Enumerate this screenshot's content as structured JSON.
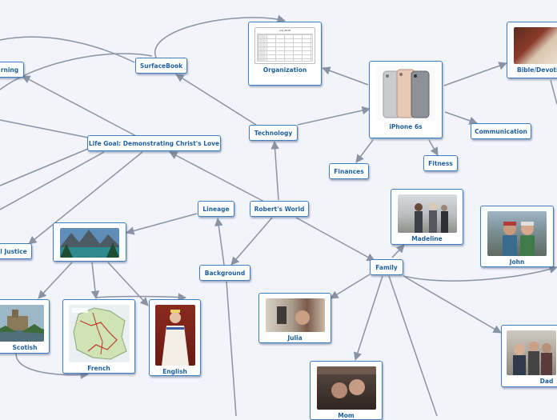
{
  "nodes": {
    "learning": "rning",
    "surfacebook": "SurfaceBook",
    "organization": "Organization",
    "organization_calendar_title": "July 2018",
    "iphone": "iPhone 6s",
    "bible": "Bible/Devoti",
    "life_goal": "Life Goal: Demonstrating Christ's Love",
    "technology": "Technology",
    "communication": "Communication",
    "finances": "Finances",
    "fitness": "Fitness",
    "lineage": "Lineage",
    "roberts_world": "Robert's World",
    "madeline": "Madeline",
    "john": "John",
    "social_justice": "l Justice",
    "background": "Background",
    "family": "Family",
    "scotish": "Scotish",
    "french": "French",
    "english": "English",
    "julia": "Julia",
    "dad": "Dad",
    "mom": "Mom"
  },
  "colors": {
    "node_border": "#3f7fc0",
    "node_text": "#1f5f9f",
    "connector": "#8a93a3",
    "background": "#f3f4fb"
  }
}
